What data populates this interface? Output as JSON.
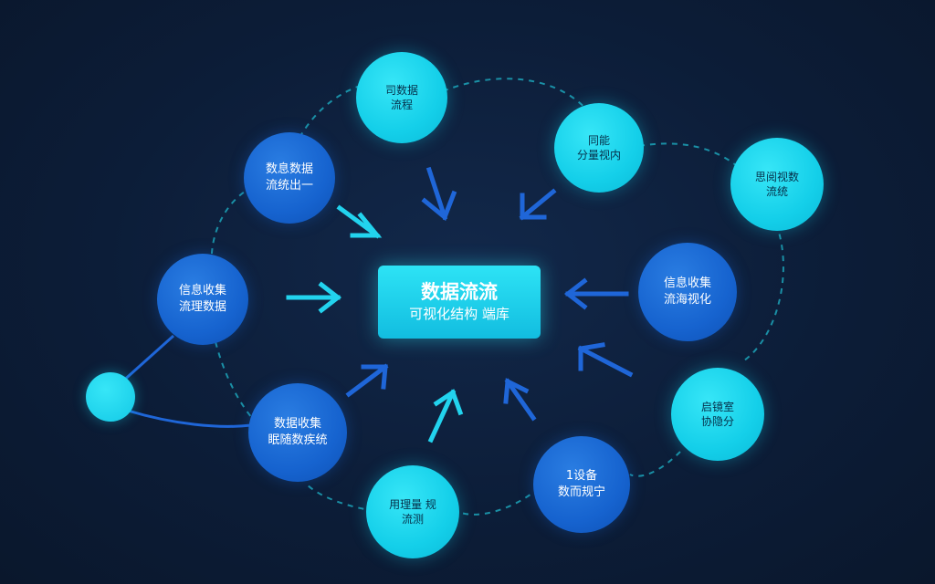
{
  "center": {
    "title": "数据流流",
    "subtitle": "可视化结构 端库"
  },
  "nodes": [
    {
      "id": "top",
      "color": "cyan",
      "line1": "司数据",
      "line2": "流程"
    },
    {
      "id": "upper-left",
      "color": "blue",
      "line1": "数息数据",
      "line2": "流统出一"
    },
    {
      "id": "upper-right",
      "color": "cyan",
      "line1": "同能",
      "line2": "分量视内"
    },
    {
      "id": "far-right",
      "color": "cyan",
      "line1": "思阅视数",
      "line2": "流统"
    },
    {
      "id": "left",
      "color": "blue",
      "line1": "信息收集",
      "line2": "流理数据"
    },
    {
      "id": "right",
      "color": "blue",
      "line1": "信息收集",
      "line2": "流海视化"
    },
    {
      "id": "lower-right",
      "color": "cyan",
      "line1": "启镜室",
      "line2": "协隐分"
    },
    {
      "id": "lower-left",
      "color": "blue",
      "line1": "数据收集",
      "line2": "眠随数疾统"
    },
    {
      "id": "bottom-right",
      "color": "blue",
      "line1": "1设备",
      "line2": "数而规宁"
    },
    {
      "id": "bottom",
      "color": "cyan",
      "line1": "用理量 规",
      "line2": "流测"
    }
  ],
  "colors": {
    "background": "#0c1d38",
    "accent_cyan": "#14cfe9",
    "accent_blue": "#1663cf"
  }
}
